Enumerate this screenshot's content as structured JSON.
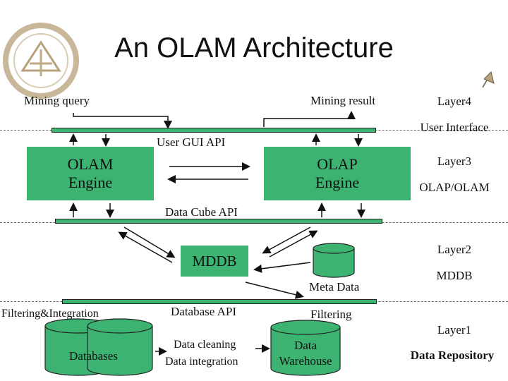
{
  "title": "An OLAM Architecture",
  "layers": [
    {
      "name": "Layer4",
      "desc": "User Interface"
    },
    {
      "name": "Layer3",
      "desc": "OLAP/OLAM"
    },
    {
      "name": "Layer2",
      "desc": "MDDB"
    },
    {
      "name": "Layer1",
      "desc": "Data Repository"
    }
  ],
  "labels": {
    "mining_query": "Mining query",
    "mining_result": "Mining result",
    "user_gui_api": "User GUI API",
    "data_cube_api": "Data Cube API",
    "database_api": "Database API",
    "filtering_integration": "Filtering&Integration",
    "filtering": "Filtering",
    "meta_data": "Meta Data",
    "data_cleaning": "Data cleaning",
    "data_integration": "Data integration"
  },
  "nodes": {
    "olam_engine": [
      "OLAM",
      "Engine"
    ],
    "olap_engine": [
      "OLAP",
      "Engine"
    ],
    "mddb": "MDDB",
    "databases": "Databases",
    "data_warehouse": [
      "Data",
      "Warehouse"
    ]
  },
  "colors": {
    "node_fill": "#3cb371",
    "line": "#111111"
  }
}
